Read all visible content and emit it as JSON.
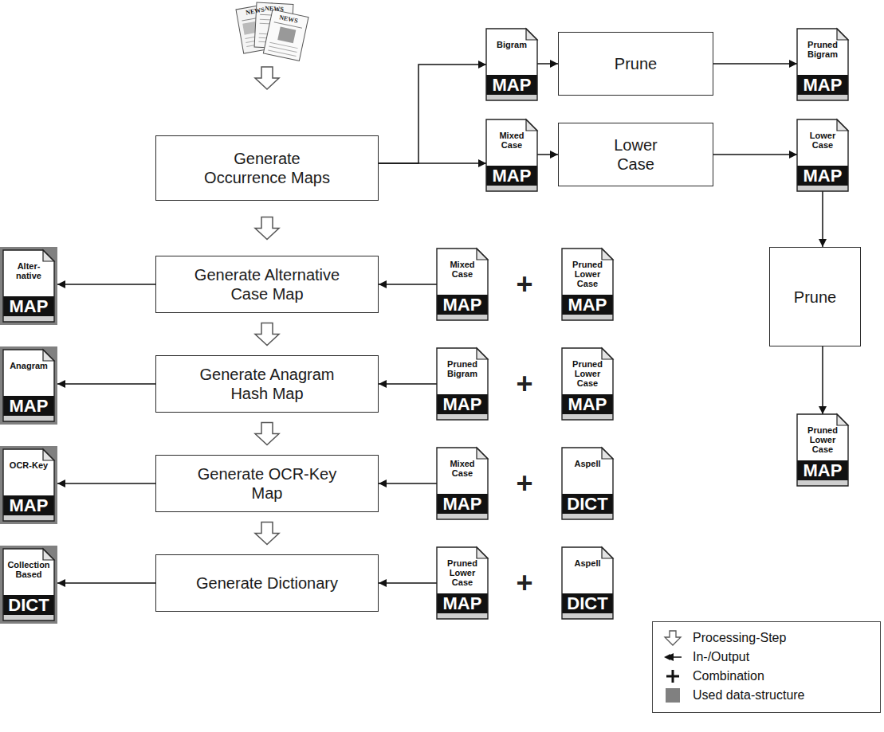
{
  "diagram": {
    "nodes": [
      {
        "text": [
          "Generate Occurrence Maps"
        ]
      },
      {
        "text": [
          "Bigram",
          "MAP"
        ]
      },
      {
        "text": [
          "Prune"
        ]
      },
      {
        "text": [
          "Pruned Bigram",
          "MAP"
        ]
      },
      {
        "text": [
          "Mixed Case",
          "MAP"
        ]
      },
      {
        "text": [
          "Lower Case"
        ]
      },
      {
        "text": [
          "Lower Case",
          "MAP"
        ]
      },
      {
        "text": [
          "Alter- native",
          "MAP"
        ]
      },
      {
        "text": [
          "Generate Alternative Case Map"
        ]
      },
      {
        "text": [
          "Mixed Case",
          "MAP"
        ]
      },
      {
        "text": [
          "Pruned Lower Case",
          "MAP"
        ]
      },
      {
        "text": [
          "Prune"
        ]
      },
      {
        "text": [
          "Pruned Lower Case",
          "MAP"
        ]
      },
      {
        "text": [
          "Anagram",
          "MAP"
        ]
      },
      {
        "text": [
          "Generate Anagram Hash Map"
        ]
      },
      {
        "text": [
          "Pruned Bigram",
          "MAP"
        ]
      },
      {
        "text": [
          "Pruned Lower Case",
          "MAP"
        ]
      },
      {
        "text": [
          "OCR-Key",
          "MAP"
        ]
      },
      {
        "text": [
          "Generate OCR-Key Map"
        ]
      },
      {
        "text": [
          "Mixed Case",
          "MAP"
        ]
      },
      {
        "text": [
          "Aspell",
          "DICT"
        ]
      },
      {
        "text": [
          "Collection Based",
          "DICT"
        ]
      },
      {
        "text": [
          "Generate Dictionary"
        ]
      },
      {
        "text": [
          "Pruned Lower Case",
          "MAP"
        ]
      },
      {
        "text": [
          "Aspell",
          "DICT"
        ]
      }
    ],
    "edges": [
      {
        "from": 0,
        "to": 8,
        "arrow": "to"
      },
      {
        "from": 8,
        "to": 14,
        "arrow": "to"
      },
      {
        "from": 14,
        "to": 18,
        "arrow": "to"
      },
      {
        "from": 18,
        "to": 22,
        "arrow": "to"
      },
      {
        "from": 0,
        "to": 1,
        "arrow": "to"
      },
      {
        "from": 0,
        "to": 4,
        "arrow": "to"
      },
      {
        "from": 1,
        "to": 2,
        "arrow": "to"
      },
      {
        "from": 2,
        "to": 3,
        "arrow": "to"
      },
      {
        "from": 4,
        "to": 5,
        "arrow": "to"
      },
      {
        "from": 5,
        "to": 6,
        "arrow": "to"
      },
      {
        "from": 6,
        "to": 11,
        "arrow": "to"
      },
      {
        "from": 11,
        "to": 12,
        "arrow": "to"
      },
      {
        "from": 8,
        "to": 7,
        "arrow": "to"
      },
      {
        "from": 9,
        "to": 8,
        "arrow": "to"
      },
      {
        "from": 14,
        "to": 13,
        "arrow": "to"
      },
      {
        "from": 15,
        "to": 14,
        "arrow": "to"
      },
      {
        "from": 18,
        "to": 17,
        "arrow": "to"
      },
      {
        "from": 19,
        "to": 18,
        "arrow": "to"
      },
      {
        "from": 22,
        "to": 21,
        "arrow": "to"
      },
      {
        "from": 23,
        "to": 22,
        "arrow": "to"
      }
    ],
    "labels": [
      "NEWS",
      "NEWS",
      "NEWS",
      "+",
      "+",
      "+",
      "+"
    ],
    "legend": [
      {
        "text": "Processing-Step"
      },
      {
        "text": "In-/Output"
      },
      {
        "text": "Combination"
      },
      {
        "text": "Used data-structure",
        "color": "#808080"
      }
    ]
  }
}
